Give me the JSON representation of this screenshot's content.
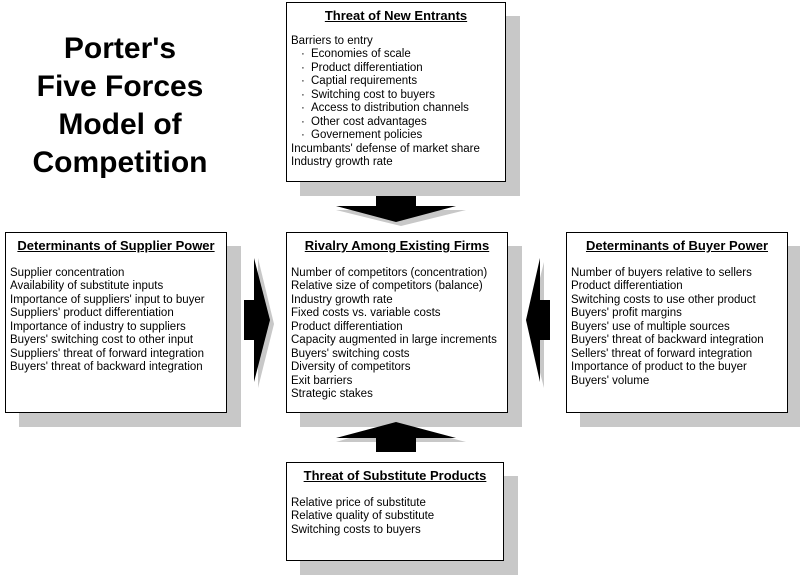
{
  "title_lines": [
    "Porter's",
    "Five Forces",
    "Model of",
    "Competition"
  ],
  "new_entrants": {
    "header": "Threat of New Entrants",
    "items": [
      {
        "text": "Barriers to entry",
        "sub": false
      },
      {
        "text": "Economies of scale",
        "sub": true
      },
      {
        "text": "Product differentiation",
        "sub": true
      },
      {
        "text": "Captial requirements",
        "sub": true
      },
      {
        "text": "Switching cost to buyers",
        "sub": true
      },
      {
        "text": "Access to distribution channels",
        "sub": true
      },
      {
        "text": "Other cost advantages",
        "sub": true
      },
      {
        "text": "Governement policies",
        "sub": true
      },
      {
        "text": "Incumbants' defense of market share",
        "sub": false
      },
      {
        "text": "Industry growth rate",
        "sub": false
      }
    ]
  },
  "supplier_power": {
    "header": "Determinants of Supplier Power",
    "items": [
      "Supplier concentration",
      "Availability of substitute inputs",
      "Importance of suppliers' input to buyer",
      "Suppliers' product differentiation",
      "Importance of industry to suppliers",
      "Buyers' switching cost to other input",
      "Suppliers' threat of forward integration",
      "Buyers' threat of backward integration"
    ]
  },
  "rivalry": {
    "header": "Rivalry Among Existing Firms",
    "items": [
      "Number of competitors (concentration)",
      "Relative size of competitors (balance)",
      "Industry growth rate",
      "Fixed costs vs. variable costs",
      "Product differentiation",
      "Capacity augmented in large increments",
      "Buyers' switching costs",
      "Diversity of competitors",
      "Exit barriers",
      "Strategic stakes"
    ]
  },
  "buyer_power": {
    "header": "Determinants of Buyer Power",
    "items": [
      "Number of buyers relative to sellers",
      "Product differentiation",
      "Switching costs to use other product",
      "Buyers' profit margins",
      "Buyers' use of multiple sources",
      "Buyers' threat of backward integration",
      "Sellers' threat of forward integration",
      "Importance of product to the buyer",
      "Buyers' volume"
    ]
  },
  "substitutes": {
    "header": "Threat of Substitute Products",
    "items": [
      "Relative price of substitute",
      "Relative quality of substitute",
      "Switching costs to buyers"
    ]
  }
}
